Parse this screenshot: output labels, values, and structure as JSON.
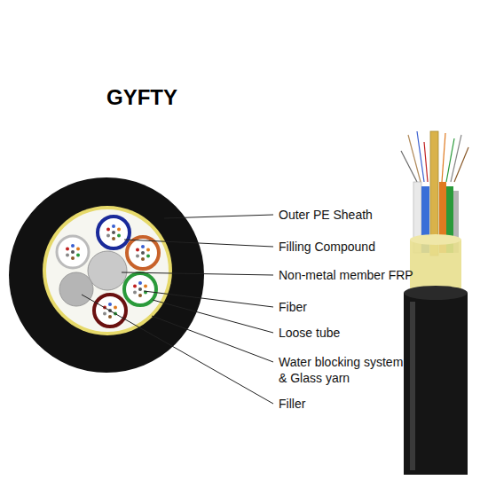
{
  "diagram": {
    "title": "GYFTY",
    "labels": [
      "Outer PE Sheath",
      "Filling Compound",
      "Non-metal member FRP",
      "Fiber",
      "Loose tube",
      "Water blocking system & Glass yarn",
      "Filler"
    ]
  }
}
